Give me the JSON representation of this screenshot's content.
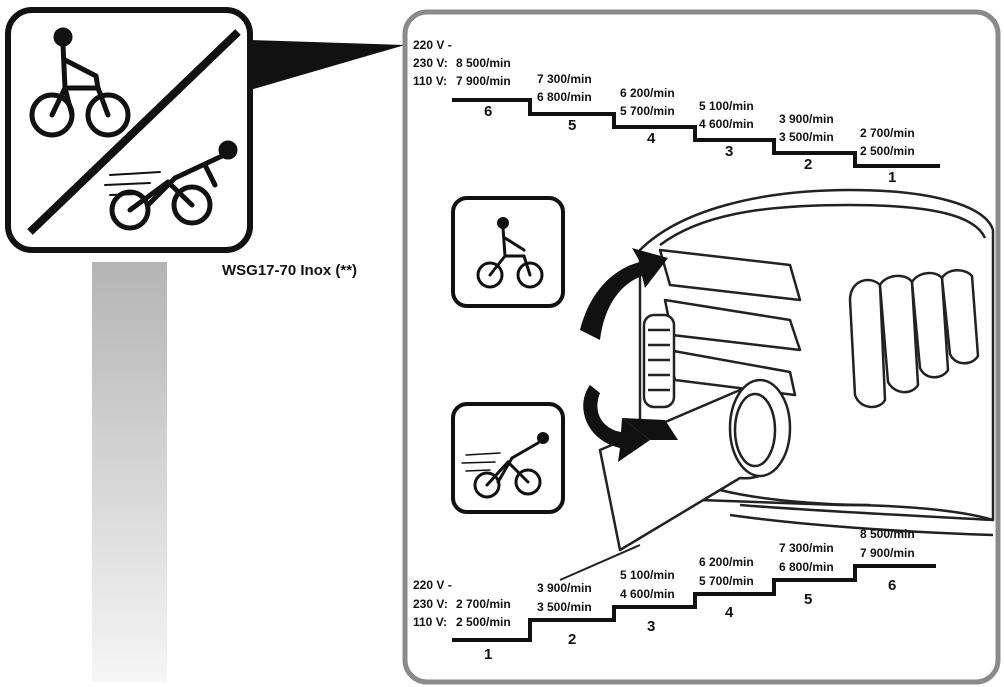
{
  "model_label": "WSG17-70 Inox (**)",
  "top_scale": {
    "voltage": [
      "220 V -",
      "230 V:",
      "110 V:"
    ],
    "steps": [
      {
        "step": "6",
        "high": "8 500/min",
        "low": "7 900/min"
      },
      {
        "step": "5",
        "high": "7 300/min",
        "low": "6 800/min"
      },
      {
        "step": "4",
        "high": "6 200/min",
        "low": "5 700/min"
      },
      {
        "step": "3",
        "high": "5 100/min",
        "low": "4 600/min"
      },
      {
        "step": "2",
        "high": "3 900/min",
        "low": "3 500/min"
      },
      {
        "step": "1",
        "high": "2 700/min",
        "low": "2 500/min"
      }
    ]
  },
  "bottom_scale": {
    "voltage": [
      "220 V -",
      "230 V:",
      "110 V:"
    ],
    "steps": [
      {
        "step": "1",
        "high": "2 700/min",
        "low": "2 500/min"
      },
      {
        "step": "2",
        "high": "3 900/min",
        "low": "3 500/min"
      },
      {
        "step": "3",
        "high": "5 100/min",
        "low": "4 600/min"
      },
      {
        "step": "4",
        "high": "6 200/min",
        "low": "5 700/min"
      },
      {
        "step": "5",
        "high": "7 300/min",
        "low": "6 800/min"
      },
      {
        "step": "6",
        "high": "8 500/min",
        "low": "7 900/min"
      }
    ]
  },
  "icons": [
    "slow-cyclist-icon",
    "fast-cyclist-icon",
    "speed-dial-icon"
  ]
}
